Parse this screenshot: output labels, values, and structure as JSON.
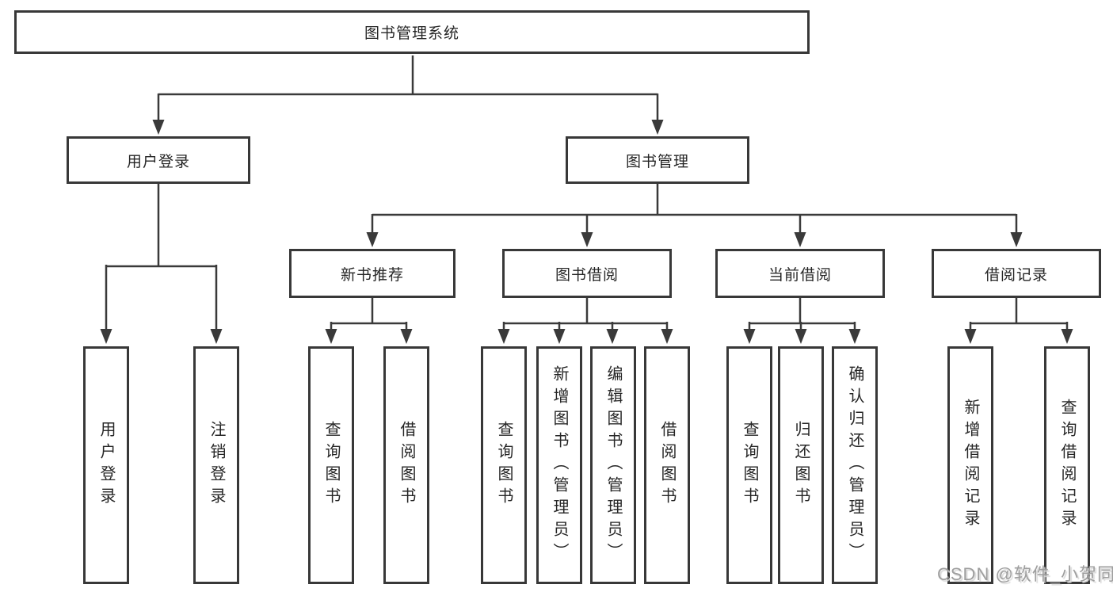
{
  "tree": {
    "root": "图书管理系统",
    "children": [
      {
        "label": "用户登录",
        "children": [
          "用户登录",
          "注销登录"
        ]
      },
      {
        "label": "图书管理",
        "children": [
          {
            "label": "新书推荐",
            "children": [
              "查询图书",
              "借阅图书"
            ]
          },
          {
            "label": "图书借阅",
            "children": [
              "查询图书",
              "新增图书（管理员）",
              "编辑图书（管理员）",
              "借阅图书"
            ]
          },
          {
            "label": "当前借阅",
            "children": [
              "查询图书",
              "归还图书",
              "确认归还（管理员）"
            ]
          },
          {
            "label": "借阅记录",
            "children": [
              "新增借阅记录",
              "查询借阅记录"
            ]
          }
        ]
      }
    ]
  },
  "watermark": {
    "text": "CSDN @软件_小贺同学"
  },
  "colors": {
    "line": "#3a3a3a",
    "border": "#383838",
    "text": "#262626",
    "background": "#ffffff",
    "watermark": "#9e9e9e"
  }
}
